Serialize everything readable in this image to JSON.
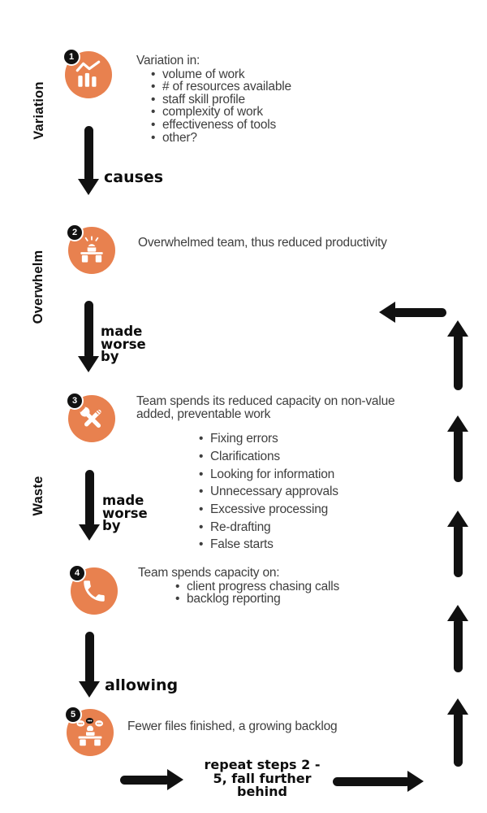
{
  "palette": {
    "accent_orange": "#E8814F",
    "ink_black": "#111111",
    "body_text": "#3E3E3E"
  },
  "side_labels": [
    {
      "label": "Variation"
    },
    {
      "label": "Overwhelm"
    },
    {
      "label": "Waste"
    }
  ],
  "steps": [
    {
      "num": "1",
      "icon": "bar-chart-trend-icon",
      "heading": "Variation in:",
      "bullets": [
        "volume of work",
        "# of resources available",
        "staff skill profile",
        "complexity of work",
        "effectiveness of tools",
        "other?"
      ]
    },
    {
      "num": "2",
      "icon": "overwhelmed-at-desk-icon",
      "heading": "Overwhelmed team, thus reduced productivity",
      "bullets": []
    },
    {
      "num": "3",
      "icon": "crossed-tools-icon",
      "heading": "Team spends its reduced capacity on non-value added, preventable work",
      "bullets": [
        "Fixing errors",
        "Clarifications",
        "Looking for information",
        "Unnecessary approvals",
        "Excessive processing",
        "Re-drafting",
        "False starts"
      ]
    },
    {
      "num": "4",
      "icon": "phone-handset-icon",
      "heading": "Team spends capacity on:",
      "bullets": [
        "client progress chasing calls",
        "backlog reporting"
      ]
    },
    {
      "num": "5",
      "icon": "busy-desk-speech-bubbles-icon",
      "heading": "Fewer files finished, a growing backlog",
      "bullets": []
    }
  ],
  "connectors": {
    "causes": "causes",
    "made_worse_by": [
      "made",
      "worse",
      "by"
    ],
    "allowing": "allowing",
    "repeat_note": [
      "repeat steps 2 -",
      "5, fall further",
      "behind"
    ]
  }
}
